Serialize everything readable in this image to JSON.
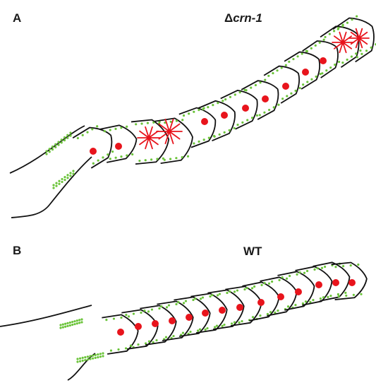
{
  "panels": [
    {
      "label": "A",
      "title_symbol": "Δ",
      "title_gene": "crn-1"
    },
    {
      "label": "B",
      "title": "WT"
    }
  ],
  "colors": {
    "outline": "#111111",
    "nucleus": "#e8141c",
    "microtubule_dots": "#6bc43a",
    "aster_lines": "#e8141c"
  }
}
